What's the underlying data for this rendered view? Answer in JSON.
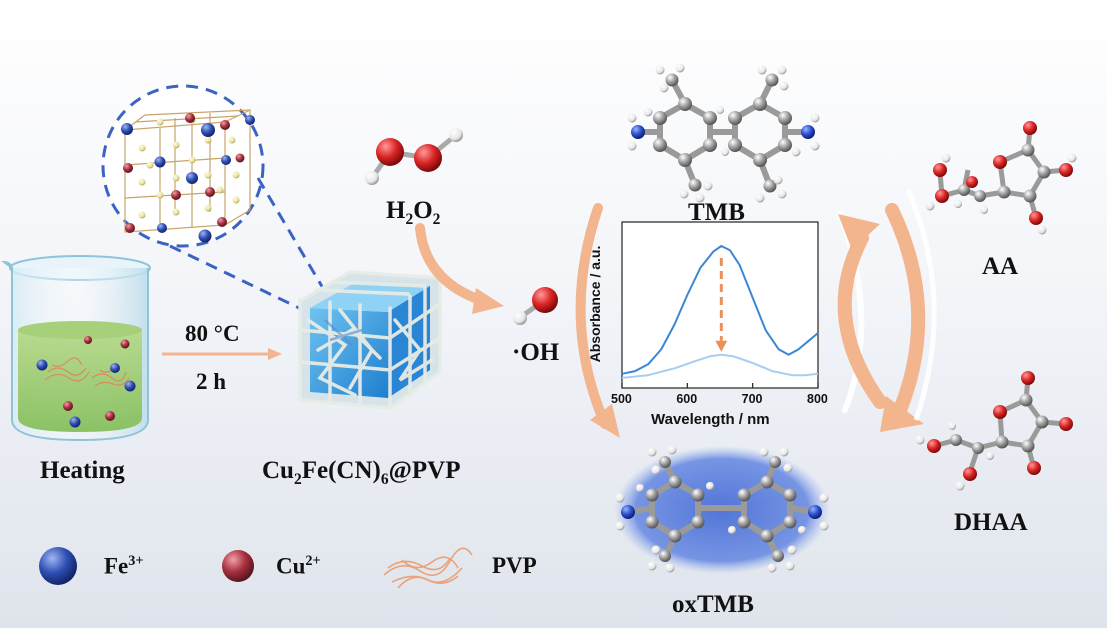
{
  "colors": {
    "fe": "#2f4fb4",
    "cu": "#a8303f",
    "pvp": "#e9a37b",
    "arrow": "#f2b58d",
    "spectrum_high": "#3b86d6",
    "spectrum_low": "#a9cdf0",
    "dashed": "#3b63c4",
    "oxygen": "#dc2424",
    "nitrogen": "#2a4fd0",
    "carbon": "#9a9a9a",
    "hydrogen": "#f2f2f2"
  },
  "labels": {
    "heating": "Heating",
    "temp": "80 °C",
    "time": "2 h",
    "product_a": "Cu",
    "product_a_sub": "2",
    "product_b": "Fe(CN)",
    "product_b_sub": "6",
    "product_c": "@PVP",
    "h2o2_h": "H",
    "h2o2_sub1": "2",
    "h2o2_o": "O",
    "h2o2_sub2": "2",
    "oh": "·OH",
    "tmb": "TMB",
    "oxtmb": "oxTMB",
    "aa": "AA",
    "dhaa": "DHAA"
  },
  "legend": [
    {
      "name": "Fe",
      "charge": "3+",
      "icon": "blue-sphere-icon"
    },
    {
      "name": "Cu",
      "charge": "2+",
      "icon": "red-sphere-icon"
    },
    {
      "name": "PVP",
      "charge": "",
      "icon": "pvp-fiber-icon"
    }
  ],
  "chart_data": {
    "type": "line",
    "xlabel": "Wavelength / nm",
    "ylabel": "Absorbance / a.u.",
    "xlim": [
      500,
      800
    ],
    "xticks": [
      500,
      600,
      700,
      800
    ],
    "series": [
      {
        "x": [
          500,
          520,
          540,
          560,
          580,
          600,
          620,
          640,
          652,
          665,
          680,
          700,
          720,
          740,
          755,
          770,
          785,
          800
        ],
        "y": [
          0.06,
          0.08,
          0.13,
          0.24,
          0.42,
          0.64,
          0.84,
          0.96,
          1.0,
          0.97,
          0.86,
          0.62,
          0.38,
          0.24,
          0.2,
          0.24,
          0.3,
          0.36
        ]
      },
      {
        "x": [
          500,
          540,
          580,
          610,
          635,
          652,
          670,
          700,
          730,
          760,
          780,
          800
        ],
        "y": [
          0.03,
          0.05,
          0.1,
          0.15,
          0.19,
          0.2,
          0.19,
          0.14,
          0.08,
          0.05,
          0.05,
          0.06
        ]
      }
    ],
    "annotation": "dashed downward arrow at peak ~652 nm"
  }
}
